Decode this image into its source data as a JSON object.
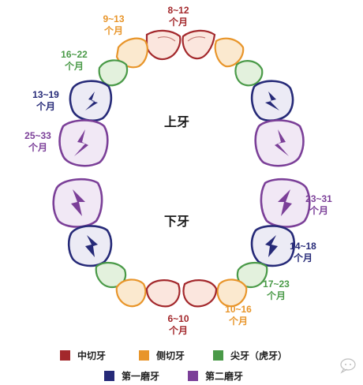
{
  "colors": {
    "central": "#a3282c",
    "lateral": "#e8952a",
    "canine": "#4a9a48",
    "first_molar": "#262a78",
    "second_molar": "#7b3f98"
  },
  "jaw_labels": {
    "upper": "上牙",
    "lower": "下牙"
  },
  "upper_ages": {
    "central": {
      "range": "8~12",
      "unit": "个月"
    },
    "lateral": {
      "range": "9~13",
      "unit": "个月"
    },
    "canine": {
      "range": "16~22",
      "unit": "个月"
    },
    "first_molar": {
      "range": "13~19",
      "unit": "个月"
    },
    "second_molar": {
      "range": "25~33",
      "unit": "个月"
    }
  },
  "lower_ages": {
    "central": {
      "range": "6~10",
      "unit": "个月"
    },
    "lateral": {
      "range": "10~16",
      "unit": "个月"
    },
    "canine": {
      "range": "17~23",
      "unit": "个月"
    },
    "first_molar": {
      "range": "14~18",
      "unit": "个月"
    },
    "second_molar": {
      "range": "23~31",
      "unit": "个月"
    }
  },
  "legend": [
    {
      "key": "central",
      "label": "中切牙"
    },
    {
      "key": "lateral",
      "label": "侧切牙"
    },
    {
      "key": "canine",
      "label": "尖牙（虎牙）"
    },
    {
      "key": "first_molar",
      "label": "第一磨牙"
    },
    {
      "key": "second_molar",
      "label": "第二磨牙"
    }
  ],
  "watermark_icon": "chat-bubble-icon"
}
